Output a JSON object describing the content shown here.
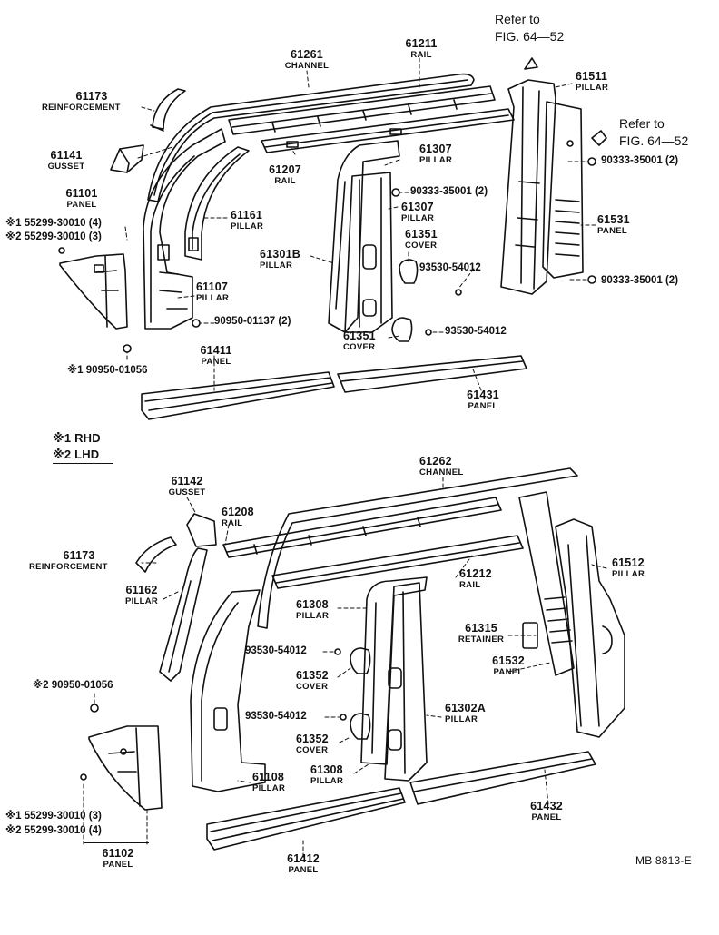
{
  "labels": {
    "refer_top": "Refer to",
    "refer_top_fig": "FIG. 64—52",
    "refer_right": "Refer to",
    "refer_right_fig": "FIG. 64—52",
    "p61261": "61261",
    "p61261_n": "CHANNEL",
    "p61211": "61211",
    "p61211_n": "RAIL",
    "p61511": "61511",
    "p61511_n": "PILLAR",
    "p61173a": "61173",
    "p61173a_n": "REINFORCEMENT",
    "p61141": "61141",
    "p61141_n": "GUSSET",
    "p61101": "61101",
    "p61101_n": "PANEL",
    "p55299a": "※1 55299-30010 (4)",
    "p55299b": "※2 55299-30010 (3)",
    "p61207": "61207",
    "p61207_n": "RAIL",
    "p61307a": "61307",
    "p61307a_n": "PILLAR",
    "p90333a": "90333-35001 (2)",
    "p90333b": "90333-35001 (2)",
    "p90333c": "90333-35001 (2)",
    "p61161": "61161",
    "p61161_n": "PILLAR",
    "p61307b": "61307",
    "p61307b_n": "PILLAR",
    "p61351a": "61351",
    "p61351a_n": "COVER",
    "p61531": "61531",
    "p61531_n": "PANEL",
    "p61301b": "61301B",
    "p61301b_n": "PILLAR",
    "p93530a": "93530-54012",
    "p61107": "61107",
    "p61107_n": "PILLAR",
    "p90950a": "90950-01137 (2)",
    "p61351b": "61351",
    "p61351b_n": "COVER",
    "p93530b": "93530-54012",
    "p61411": "61411",
    "p61411_n": "PANEL",
    "p90950b": "※1 90950-01056",
    "p61431": "61431",
    "p61431_n": "PANEL",
    "rhd": "※1 RHD",
    "lhd": "※2 LHD",
    "p61262": "61262",
    "p61262_n": "CHANNEL",
    "p61142": "61142",
    "p61142_n": "GUSSET",
    "p61208": "61208",
    "p61208_n": "RAIL",
    "p61173b": "61173",
    "p61173b_n": "REINFORCEMENT",
    "p61512": "61512",
    "p61512_n": "PILLAR",
    "p61212": "61212",
    "p61212_n": "RAIL",
    "p61162": "61162",
    "p61162_n": "PILLAR",
    "p61308a": "61308",
    "p61308a_n": "PILLAR",
    "p61315": "61315",
    "p61315_n": "RETAINER",
    "p61532": "61532",
    "p61532_n": "PANEL",
    "p93530c": "93530-54012",
    "p61352a": "61352",
    "p61352a_n": "COVER",
    "p90950c": "※2 90950-01056",
    "p93530d": "93530-54012",
    "p61302a": "61302A",
    "p61302a_n": "PILLAR",
    "p61352b": "61352",
    "p61352b_n": "COVER",
    "p61308b": "61308",
    "p61308b_n": "PILLAR",
    "p61108": "61108",
    "p61108_n": "PILLAR",
    "p61432": "61432",
    "p61432_n": "PANEL",
    "p55299c": "※1 55299-30010 (3)",
    "p55299d": "※2 55299-30010 (4)",
    "p61102": "61102",
    "p61102_n": "PANEL",
    "p61412": "61412",
    "p61412_n": "PANEL",
    "code": "MB 8813-E"
  },
  "colors": {
    "ink": "#111111",
    "paper": "#ffffff"
  }
}
